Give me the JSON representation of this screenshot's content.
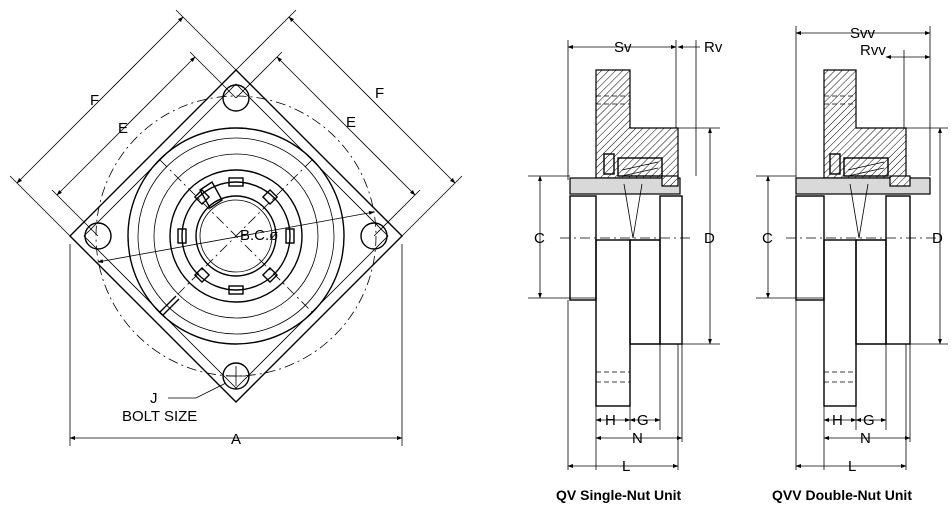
{
  "front_view": {
    "labels": {
      "F_left": "F",
      "E_left": "E",
      "F_right": "F",
      "E_right": "E",
      "bolt_circle": "B.C.ø",
      "J": "J",
      "bolt_size": "BOLT SIZE",
      "A": "A"
    }
  },
  "qv_view": {
    "caption": "QV Single-Nut Unit",
    "labels": {
      "Sv": "Sv",
      "Rv": "Rv",
      "C": "C",
      "D": "D",
      "H": "H",
      "G": "G",
      "N": "N",
      "L": "L"
    }
  },
  "qvv_view": {
    "caption": "QVV Double-Nut Unit",
    "labels": {
      "Svv": "Svv",
      "Rvv": "Rvv",
      "C": "C",
      "D": "D",
      "H": "H",
      "G": "G",
      "N": "N",
      "L": "L"
    }
  }
}
